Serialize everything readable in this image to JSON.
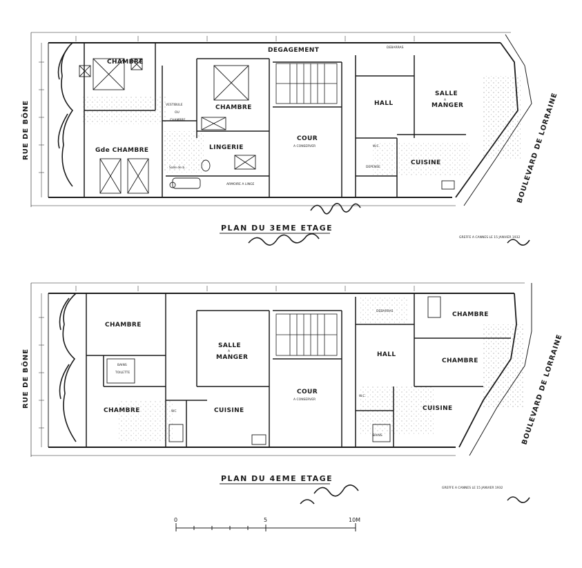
{
  "streets": {
    "left": "RUE DE BÔNE",
    "right": "BOULEVARD DE LORRAINE"
  },
  "plan_top": {
    "title": "PLAN DU 3EME ETAGE",
    "rooms": {
      "degagement": "DEGAGEMENT",
      "chambre_1": "CHAMBRE",
      "gde_chambre": "Gde CHAMBRE",
      "vestibule": "VESTIBULE",
      "ou": "OU",
      "chambre_small": "CHAMBRE",
      "chambre_mid": "CHAMBRE",
      "lingerie": "LINGERIE",
      "salle_de_bain": "Salle de b.",
      "cour": "COUR",
      "cour_sub": "A CONSERVER",
      "hall": "HALL",
      "salle": "SALLE",
      "salle_a": "A",
      "manger": "MANGER",
      "wc": "W.C.",
      "depense": "DEPENSE",
      "cuisine": "CUISINE",
      "debarras": "DEBARRAS",
      "armoire": "ARMOIRE A LINGE"
    },
    "note": "GREFFE A CANNES LE 15 JANVIER 1932"
  },
  "plan_bottom": {
    "title": "PLAN DU 4EME ETAGE",
    "rooms": {
      "chambre_left_top": "CHAMBRE",
      "bains": "BAINS",
      "toilette": "TOILETTE",
      "chambre_left_bottom": "CHAMBRE",
      "salle": "SALLE",
      "a": "A",
      "manger": "MANGER",
      "cuisine": "CUISINE",
      "wc": "WC",
      "cour": "COUR",
      "cour_sub": "A CONSERVER",
      "hall": "HALL",
      "wc_right": "W.C.",
      "bains_right": "BAINS",
      "debarras": "DEBARRAS",
      "chambre_right_top": "CHAMBRE",
      "chambre_right_mid": "CHAMBRE",
      "cuisine_right": "CUISINE"
    },
    "note": "GREFFE A CANNES LE 15 JANVIER 1932"
  },
  "scale": {
    "labels": [
      "0",
      "5",
      "10M"
    ]
  }
}
